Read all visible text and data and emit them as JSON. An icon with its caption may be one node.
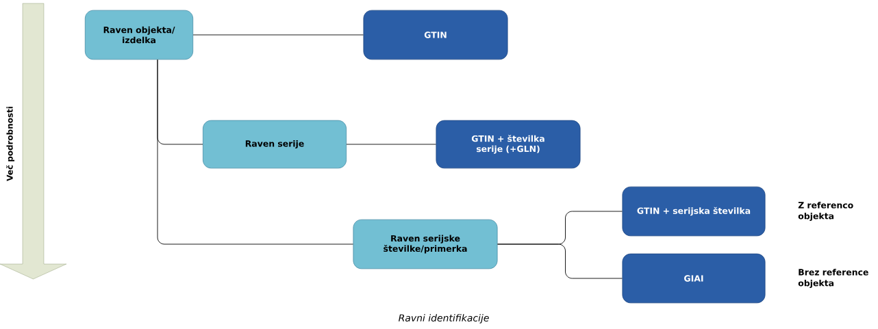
{
  "diagram": {
    "caption": "Ravni identifikacije",
    "nodes": [
      {
        "text": [
          "Raven objekta/ izdelka"
        ]
      },
      {
        "text": [
          "GTIN"
        ]
      },
      {
        "text": [
          "Raven serije"
        ]
      },
      {
        "text": [
          "GTIN + številka serije (+GLN)"
        ]
      },
      {
        "text": [
          "Raven serijske številke/primerka"
        ]
      },
      {
        "text": [
          "GTIN + serijska številka"
        ],
        "beside": [
          "Z referenco objekta"
        ]
      },
      {
        "text": [
          "GIAI"
        ],
        "beside": [
          "Brez reference objekta"
        ]
      }
    ],
    "edges": [
      {
        "from": 0,
        "to": 1,
        "arrow": "none"
      },
      {
        "from": 0,
        "to": 2,
        "arrow": "none"
      },
      {
        "from": 0,
        "to": 4,
        "arrow": "none"
      },
      {
        "from": 2,
        "to": 3,
        "arrow": "none"
      },
      {
        "from": 4,
        "to": 5,
        "arrow": "none"
      },
      {
        "from": 4,
        "to": 6,
        "arrow": "none"
      }
    ],
    "labels": [
      "Več podrobnosti"
    ]
  }
}
